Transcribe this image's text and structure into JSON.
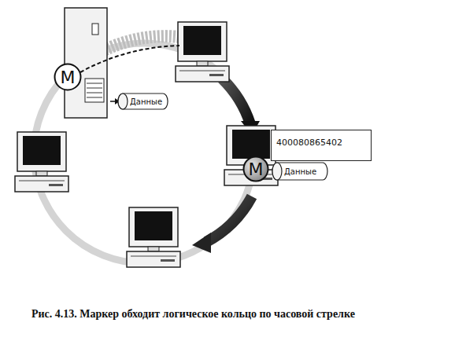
{
  "diagram": {
    "caption": "Рис. 4.13. Маркер обходит логическое кольцо по часовой стрелке",
    "nodes": [
      {
        "text": [
          "M"
        ]
      },
      {
        "text": [
          "Данные"
        ]
      },
      {
        "text": [
          "400080865402"
        ]
      },
      {
        "text": [
          "M"
        ]
      },
      {
        "text": [
          "Данные"
        ]
      }
    ]
  }
}
